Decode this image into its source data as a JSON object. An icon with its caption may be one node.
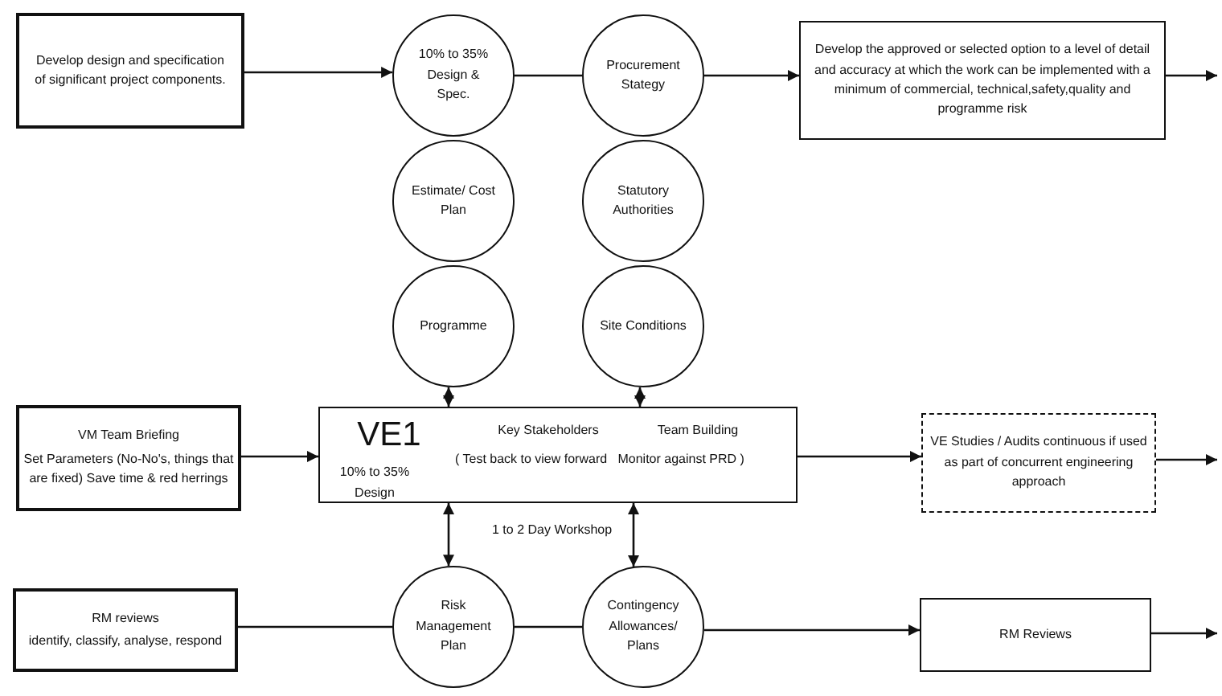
{
  "diagram": {
    "nodes": [
      {
        "text": [
          "Develop design and specification of significant project components."
        ]
      },
      {
        "text": [
          "10% to 35% Design & Spec."
        ]
      },
      {
        "text": [
          "Procurement Stategy"
        ]
      },
      {
        "text": [
          "Develop the approved or selected option to a level of detail and accuracy at which the work can be implemented with a minimum of commercial, technical,safety,quality and programme risk"
        ]
      },
      {
        "text": [
          "Estimate/ Cost Plan"
        ]
      },
      {
        "text": [
          "Statutory Authorities"
        ]
      },
      {
        "text": [
          "Programme"
        ]
      },
      {
        "text": [
          "Site Conditions"
        ]
      },
      {
        "text": [
          "VM Team Briefing",
          "Set Parameters (No-No's, things that are fixed) Save time & red herrings"
        ]
      },
      {
        "text": [
          "VE1",
          "10% to 35% Design",
          "Key Stakeholders",
          "Team Building",
          "( Test back to view forward   Monitor against PRD )"
        ]
      },
      {
        "text": [
          "VE Studies / Audits continuous if used as part of concurrent engineering approach"
        ]
      },
      {
        "text": [
          "RM reviews",
          "identify, classify, analyse, respond"
        ]
      },
      {
        "text": [
          "Risk Management Plan"
        ]
      },
      {
        "text": [
          "Contingency Allowances/ Plans"
        ]
      },
      {
        "text": [
          "RM Reviews"
        ]
      }
    ],
    "edges": [
      {
        "from": 0,
        "to": 1,
        "arrow": "to"
      },
      {
        "from": 1,
        "to": 2,
        "arrow": "none"
      },
      {
        "from": 2,
        "to": 3,
        "arrow": "to"
      },
      {
        "from": 3,
        "to": null,
        "arrow": "to"
      },
      {
        "from": 6,
        "to": 9,
        "arrow": "both"
      },
      {
        "from": 7,
        "to": 9,
        "arrow": "both"
      },
      {
        "from": 8,
        "to": 9,
        "arrow": "to"
      },
      {
        "from": 9,
        "to": 10,
        "arrow": "to"
      },
      {
        "from": 10,
        "to": null,
        "arrow": "to"
      },
      {
        "from": 9,
        "to": 12,
        "arrow": "both"
      },
      {
        "from": 9,
        "to": 13,
        "arrow": "both"
      },
      {
        "from": 11,
        "to": 12,
        "arrow": "none"
      },
      {
        "from": 12,
        "to": 13,
        "arrow": "none"
      },
      {
        "from": 13,
        "to": 14,
        "arrow": "to"
      },
      {
        "from": 14,
        "to": null,
        "arrow": "to"
      }
    ],
    "labels": [
      "1 to 2 Day Workshop"
    ]
  }
}
